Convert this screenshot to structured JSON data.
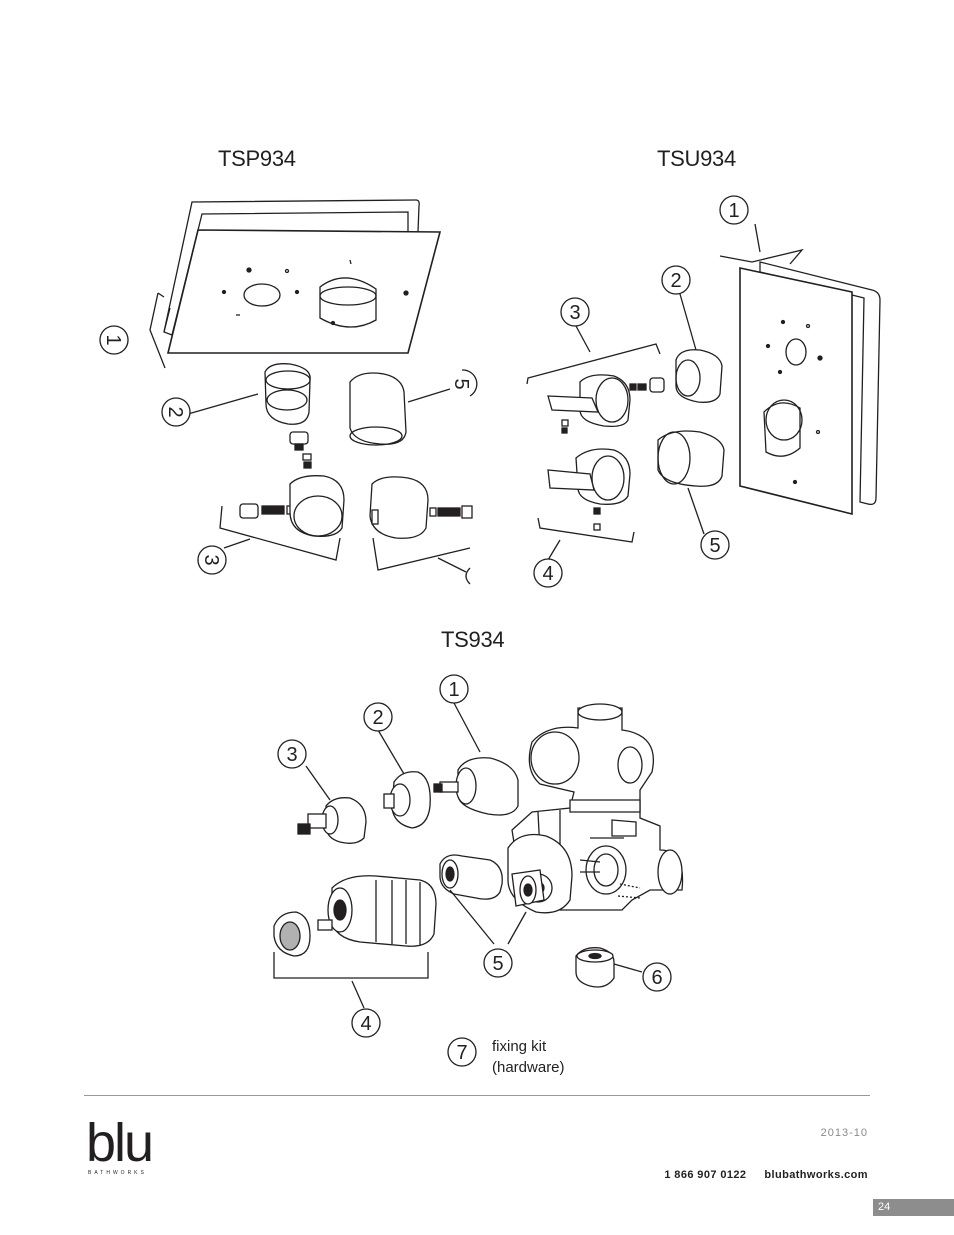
{
  "sections": {
    "tsp": {
      "title": "TSP934",
      "callouts": [
        "1",
        "2",
        "3",
        "5"
      ]
    },
    "tsu": {
      "title": "TSU934",
      "callouts": [
        "1",
        "2",
        "3",
        "4",
        "5"
      ]
    },
    "ts": {
      "title": "TS934",
      "callouts": [
        "1",
        "2",
        "3",
        "4",
        "5",
        "6",
        "7"
      ]
    }
  },
  "fixing_kit": {
    "line1": "fixing kit",
    "line2": "(hardware)"
  },
  "footer": {
    "brand": "blu",
    "brand_sub": "BATHWORKS",
    "date": "2013-10",
    "phone": "1 866 907 0122",
    "website": "blubathworks.com",
    "page_number": "24"
  }
}
